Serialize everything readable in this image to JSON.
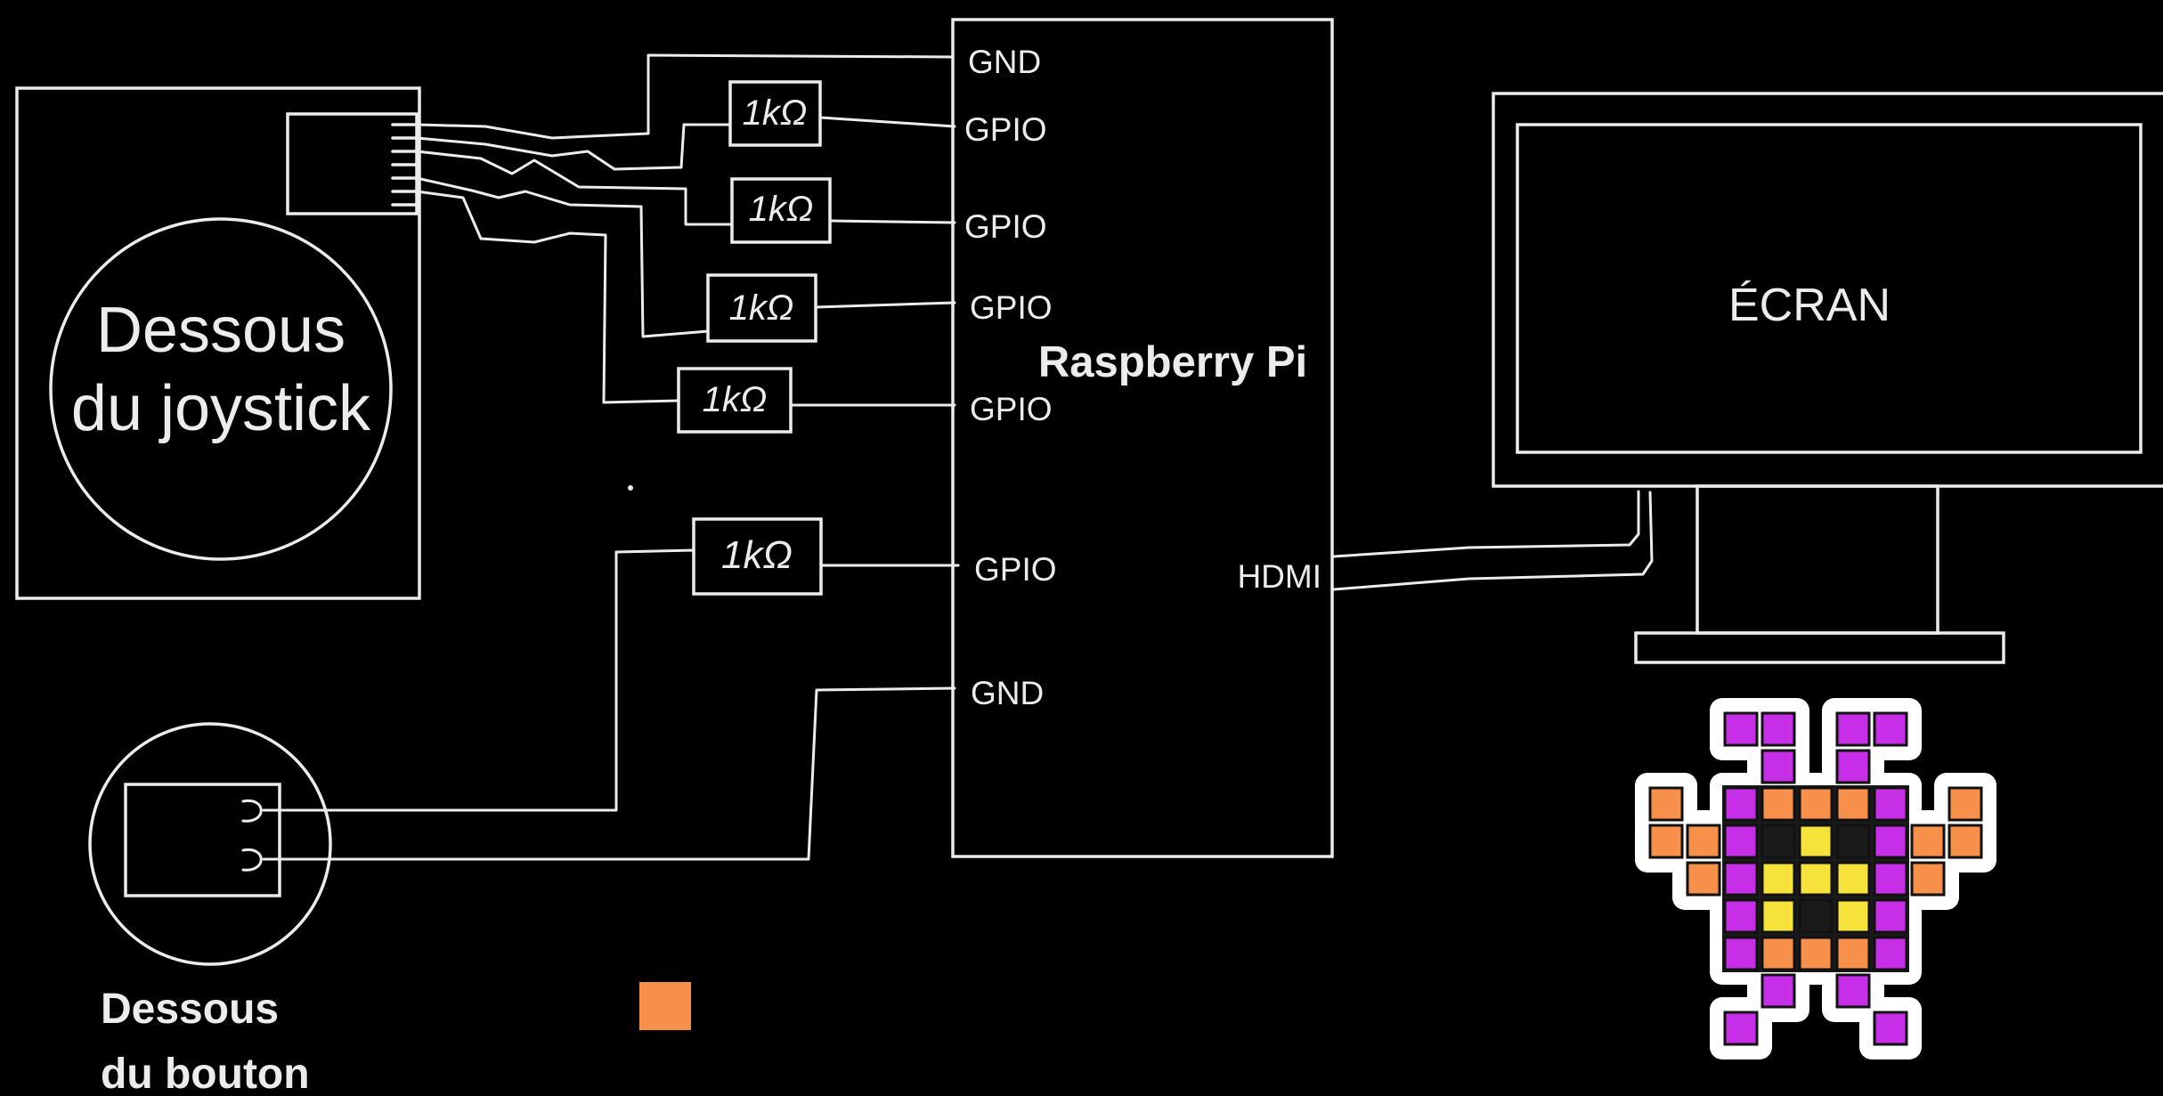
{
  "joystick": {
    "label_line1": "Dessous",
    "label_line2": "du joystick"
  },
  "button": {
    "label_line1": "Dessous",
    "label_line2": "du bouton"
  },
  "raspberry": {
    "title": "Raspberry Pi",
    "pins": [
      "GND",
      "GPIO",
      "GPIO",
      "GPIO",
      "GPIO",
      "GPIO",
      "GND"
    ],
    "hdmi_label": "HDMI"
  },
  "resistors": [
    "1kΩ",
    "1kΩ",
    "1kΩ",
    "1kΩ",
    "1kΩ"
  ],
  "screen": {
    "label": "ÉCRAN"
  },
  "colors": {
    "line": "#ececec",
    "background": "#000000",
    "orange": "#f6904a",
    "purple": "#c62ee8",
    "yellow": "#f5e23a",
    "dark": "#1a1a1a"
  }
}
